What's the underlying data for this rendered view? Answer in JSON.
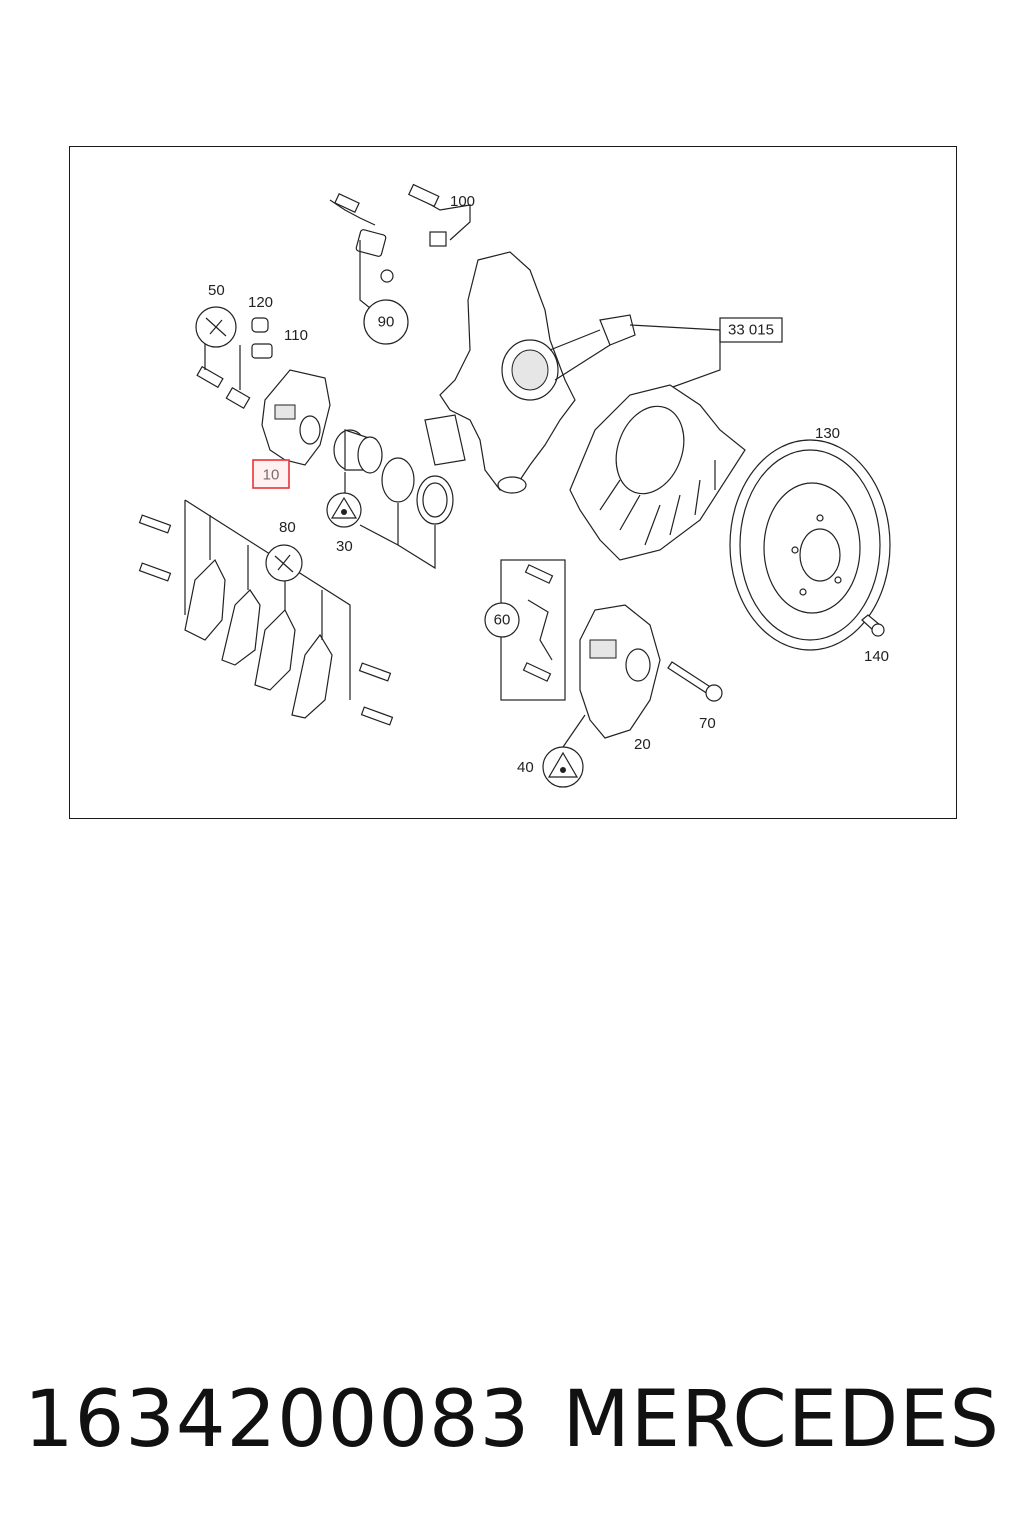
{
  "diagram": {
    "callouts": {
      "c10": "10",
      "c20": "20",
      "c30": "30",
      "c40": "40",
      "c50": "50",
      "c60": "60",
      "c70": "70",
      "c80": "80",
      "c90": "90",
      "c100": "100",
      "c110": "110",
      "c120": "120",
      "c130": "130",
      "c140": "140",
      "ref": "33 015"
    },
    "highlight_color": "#e8323c"
  },
  "footer": {
    "part_number": "1634200083",
    "brand": "MERCEDES"
  }
}
